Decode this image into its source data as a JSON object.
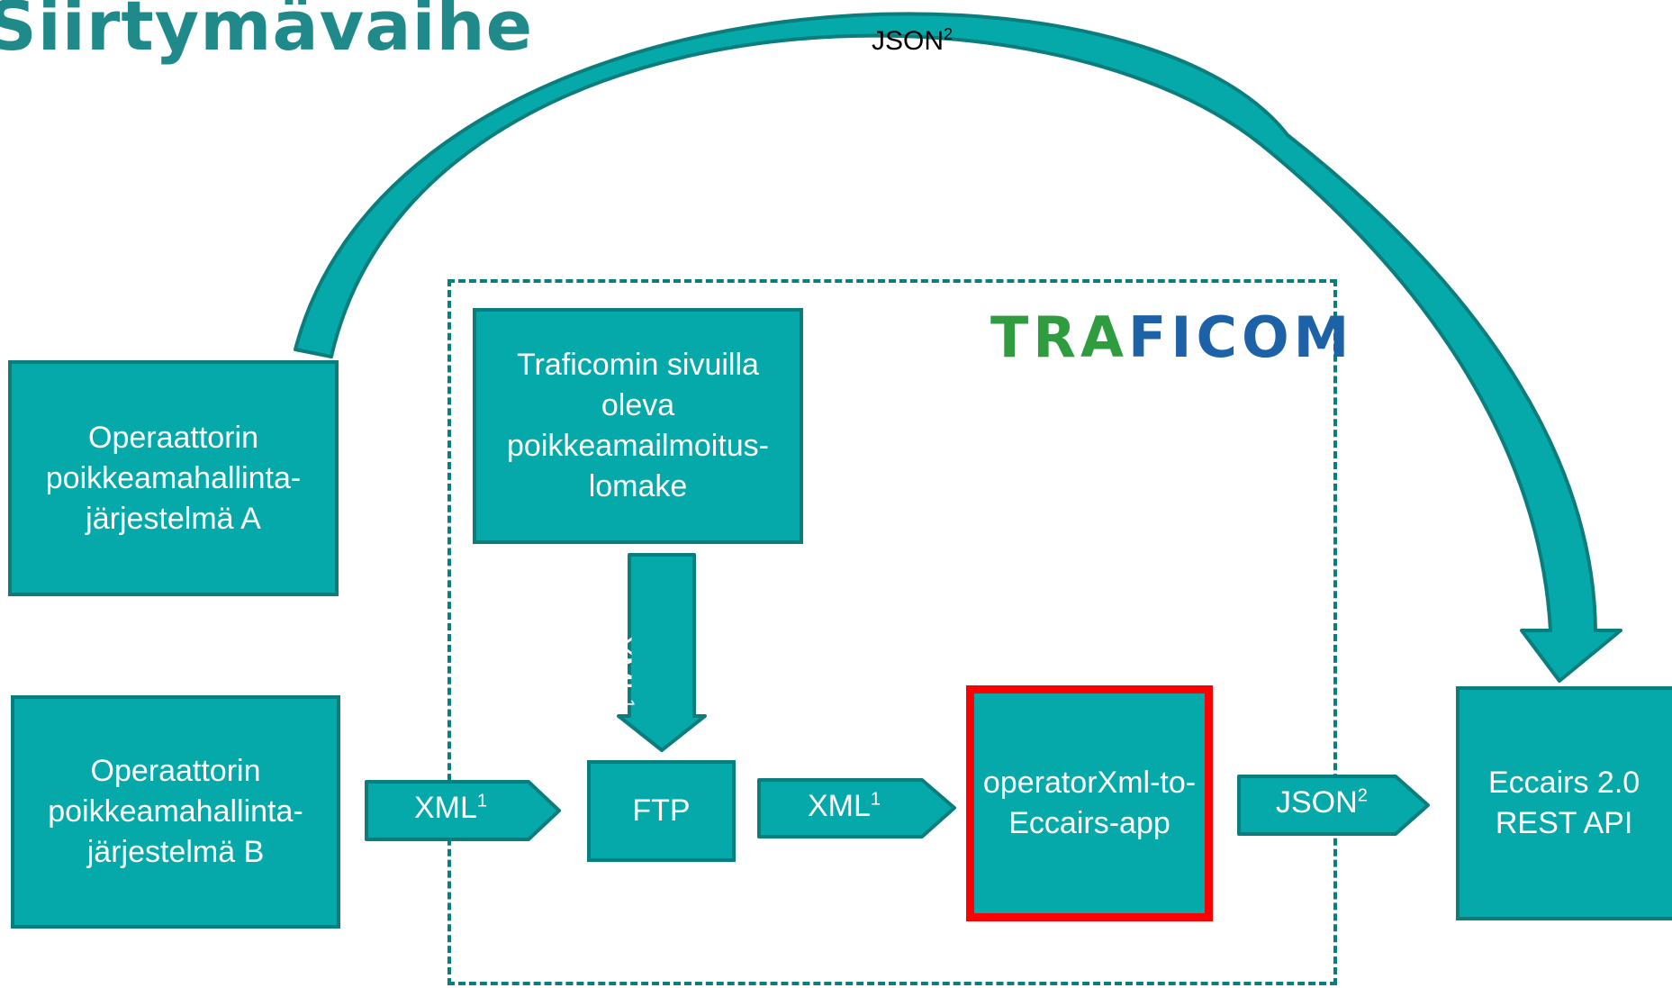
{
  "title": "Siirtymävaihe",
  "colors": {
    "title": "#1f8a89",
    "box_fill": "#05a9a9",
    "box_border": "#0b7d7d",
    "arrow_fill": "#05a9a9",
    "highlight": "#ff0000",
    "logo_green": "#2e9c3f",
    "logo_blue": "#1d61a6"
  },
  "logo": {
    "part1": "TRA",
    "part2": "FICOM"
  },
  "boxes": {
    "system_a": [
      "Operaattorin",
      "poikkeamahallinta-",
      "järjestelmä A"
    ],
    "system_b": [
      "Operaattorin",
      "poikkeamahallinta-",
      "järjestelmä B"
    ],
    "form": [
      "Traficomin sivuilla",
      "oleva",
      "poikkeamailmoitus-",
      "lomake"
    ],
    "ftp": "FTP",
    "app": [
      "operatorXml-",
      "to-Eccairs-",
      "app"
    ],
    "eccairs": [
      "Eccairs 2.0",
      "REST API"
    ]
  },
  "arrows": {
    "top_curve": {
      "label": "JSON",
      "sup": "2"
    },
    "b_to_ftp": {
      "label": "XML",
      "sup": "1"
    },
    "form_to_ftp": {
      "label": "XML",
      "sup": "1"
    },
    "ftp_to_app": {
      "label": "XML",
      "sup": "1"
    },
    "app_to_eccairs": {
      "label": "JSON",
      "sup": "2"
    }
  }
}
